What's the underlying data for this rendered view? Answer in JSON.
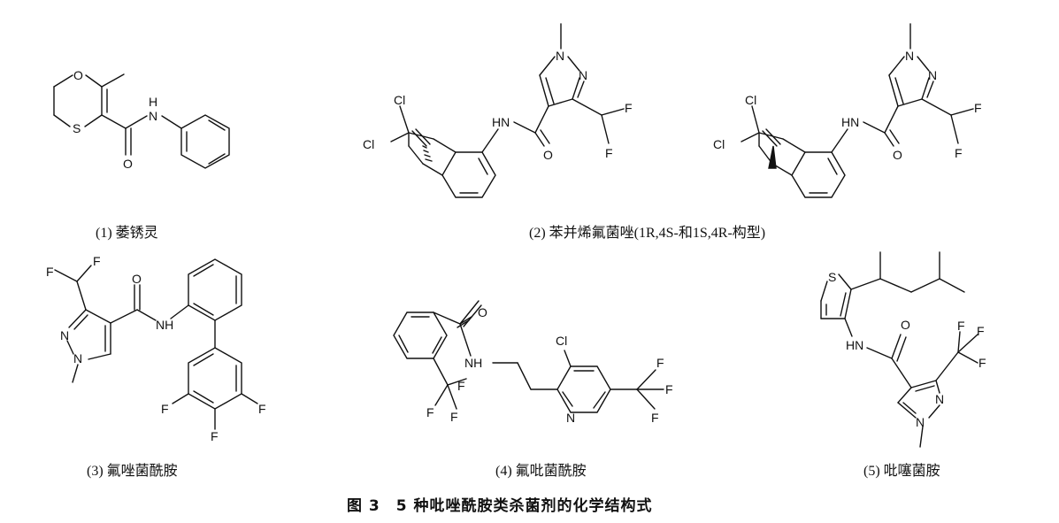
{
  "compounds": [
    {
      "label": "(1) 萎锈灵"
    },
    {
      "label": "(2) 苯并烯氟菌唑(1R,4S-和1S,4R-构型)"
    },
    {
      "label": "(3) 氟唑菌酰胺"
    },
    {
      "label": "(4) 氟吡菌酰胺"
    },
    {
      "label": "(5) 吡噻菌胺"
    }
  ],
  "caption": {
    "figure": "图 3",
    "text": "5 种吡唑酰胺类杀菌剂的化学结构式"
  },
  "atoms": {
    "O": "O",
    "S": "S",
    "N": "N",
    "H": "H",
    "NH": "NH",
    "HN": "HN",
    "F": "F",
    "Cl": "Cl"
  }
}
